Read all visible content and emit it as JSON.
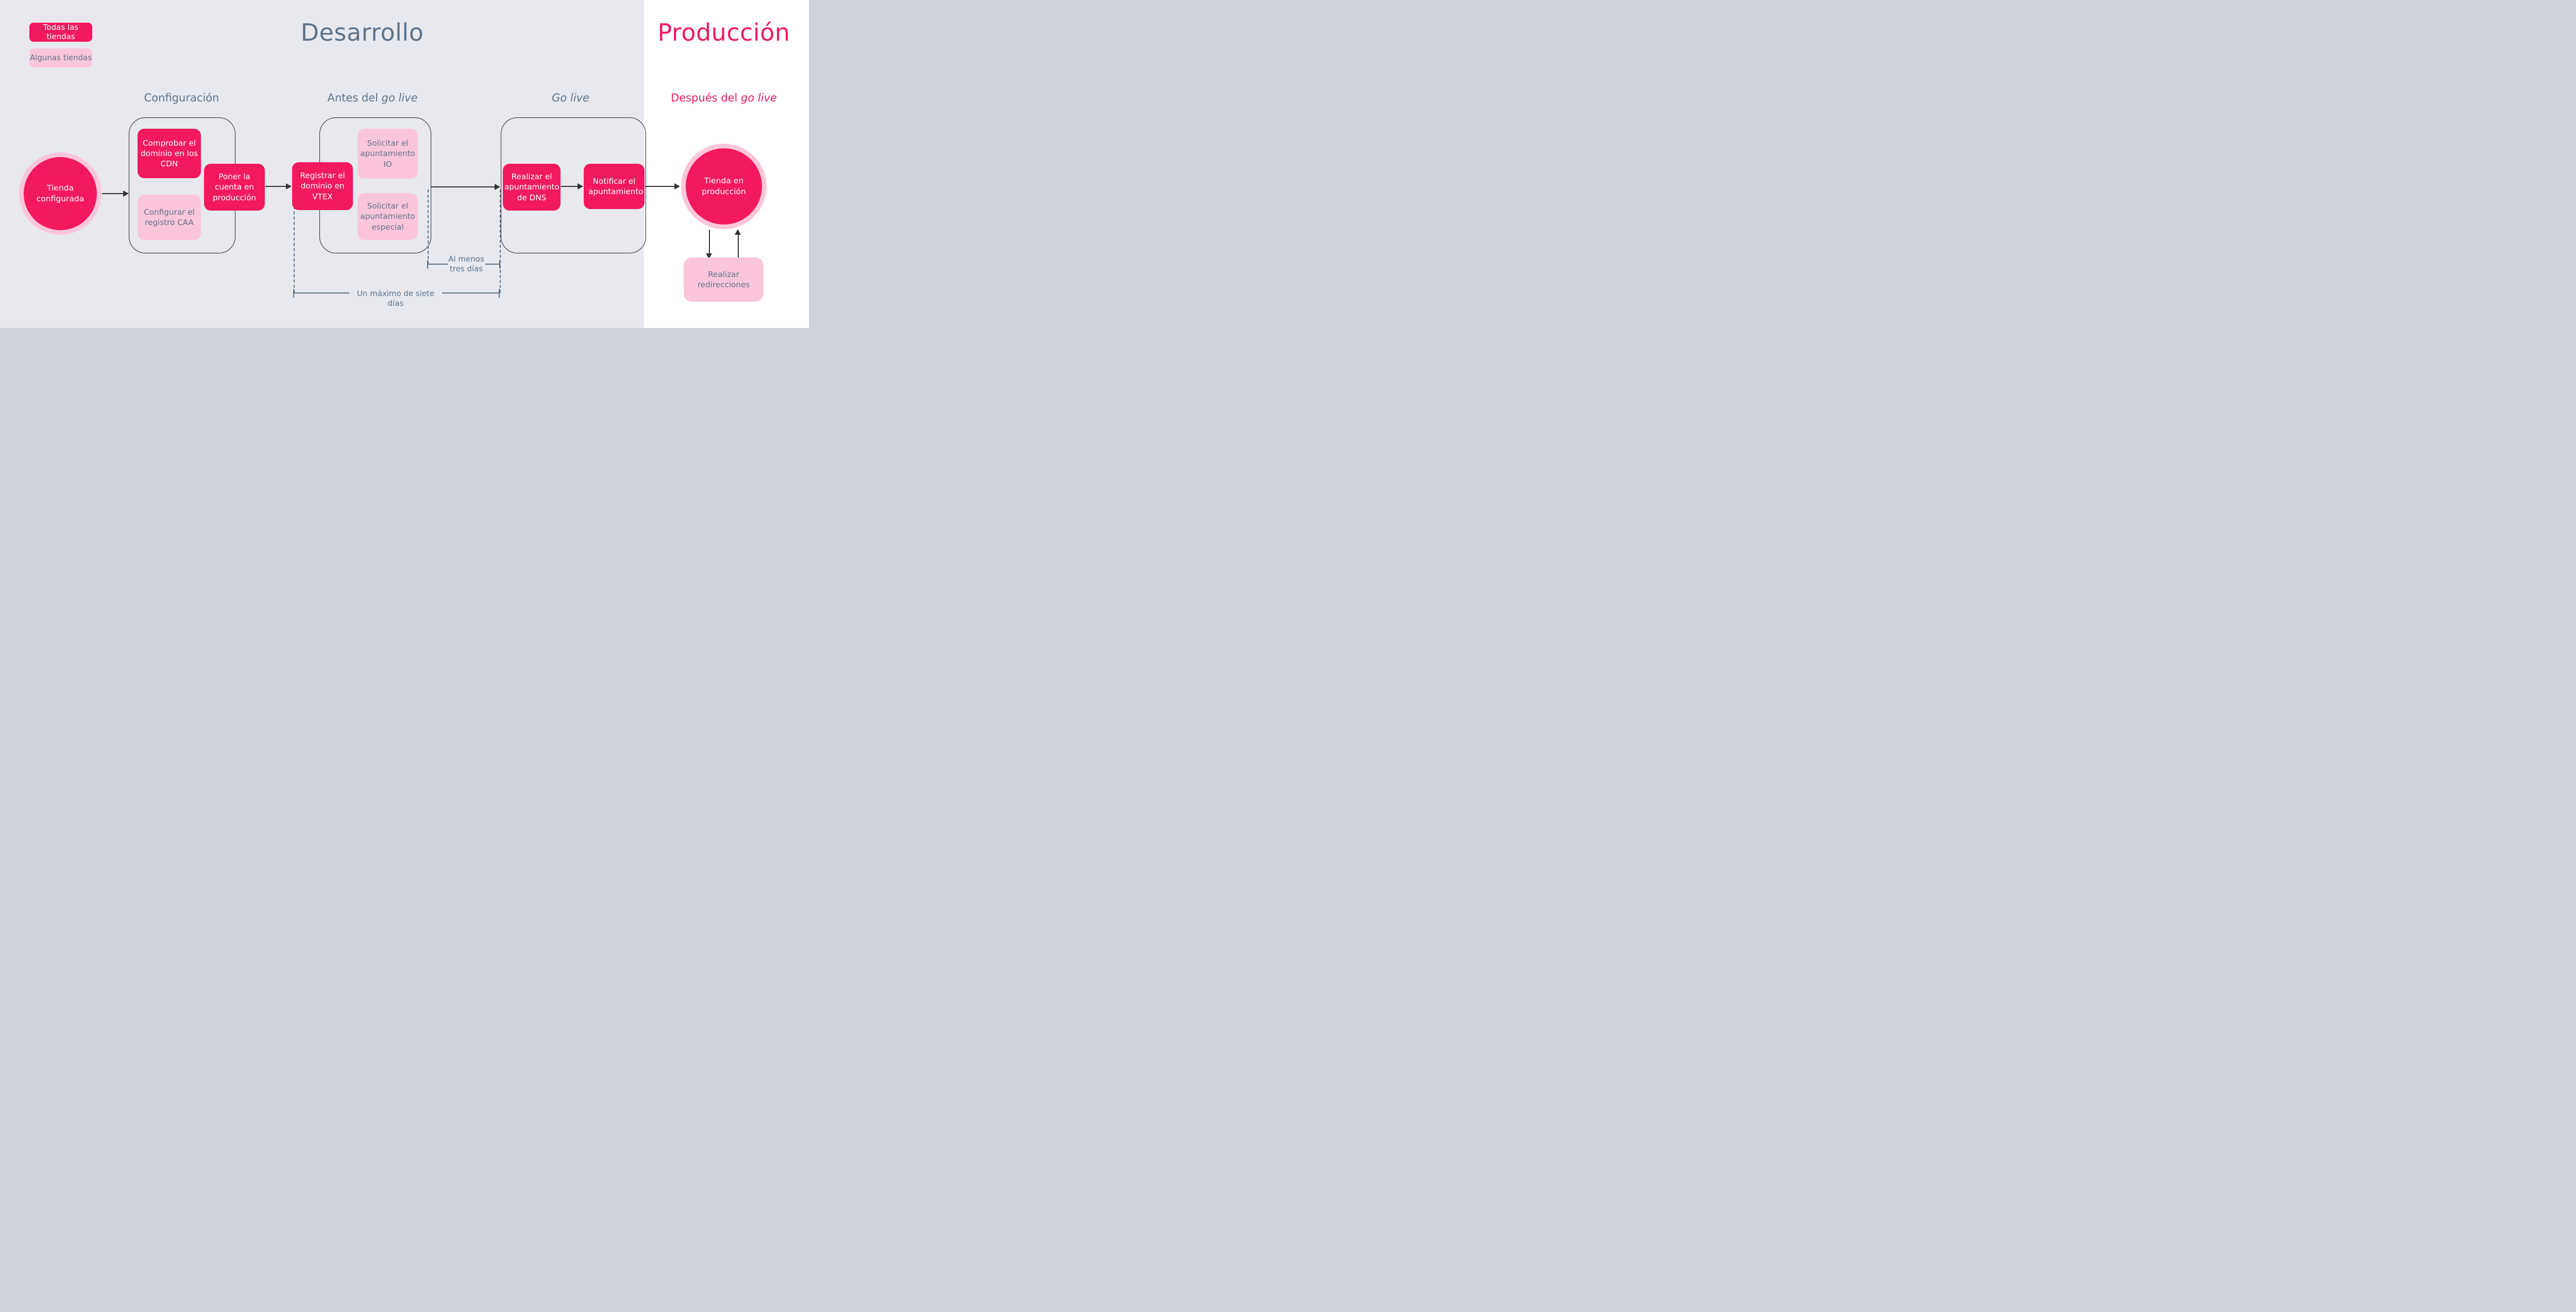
{
  "legend": {
    "all_stores": "Todas las tiendas",
    "some_stores": "Algunas tiendas"
  },
  "sections": {
    "development": "Desarrollo",
    "production": "Producción"
  },
  "phases": {
    "configuration": "Configuración",
    "before_golive_prefix": "Antes del ",
    "golive_italic": "go live",
    "golive": "Go live",
    "after_golive_prefix": "Después del "
  },
  "nodes": {
    "store_configured": "Tienda configurada",
    "check_domain_cdn": "Comprobar el dominio en los CDN",
    "configure_caa": "Configurar el registro CAA",
    "account_production": "Poner la cuenta en producción",
    "register_domain": "Registrar el dominio en VTEX",
    "request_io": "Solicitar el apuntamiento IO",
    "request_special": "Solicitar el apuntamiento especial",
    "dns_pointing": "Realizar el apuntamiento de DNS",
    "notify_pointing": "Notificar el apuntamiento",
    "store_production": "Tienda en producción",
    "redirects": "Realizar redirecciones"
  },
  "annotations": {
    "at_least_three_days": "Al menos\ntres días",
    "max_seven_days": "Un máximo de siete días"
  },
  "colors": {
    "accent_pink": "#f3195f",
    "light_pink": "#fbc6db",
    "slate_text": "#5d7389",
    "dev_background": "#e8e9ef",
    "prod_background": "#ffffff",
    "line_dark": "#333333"
  }
}
